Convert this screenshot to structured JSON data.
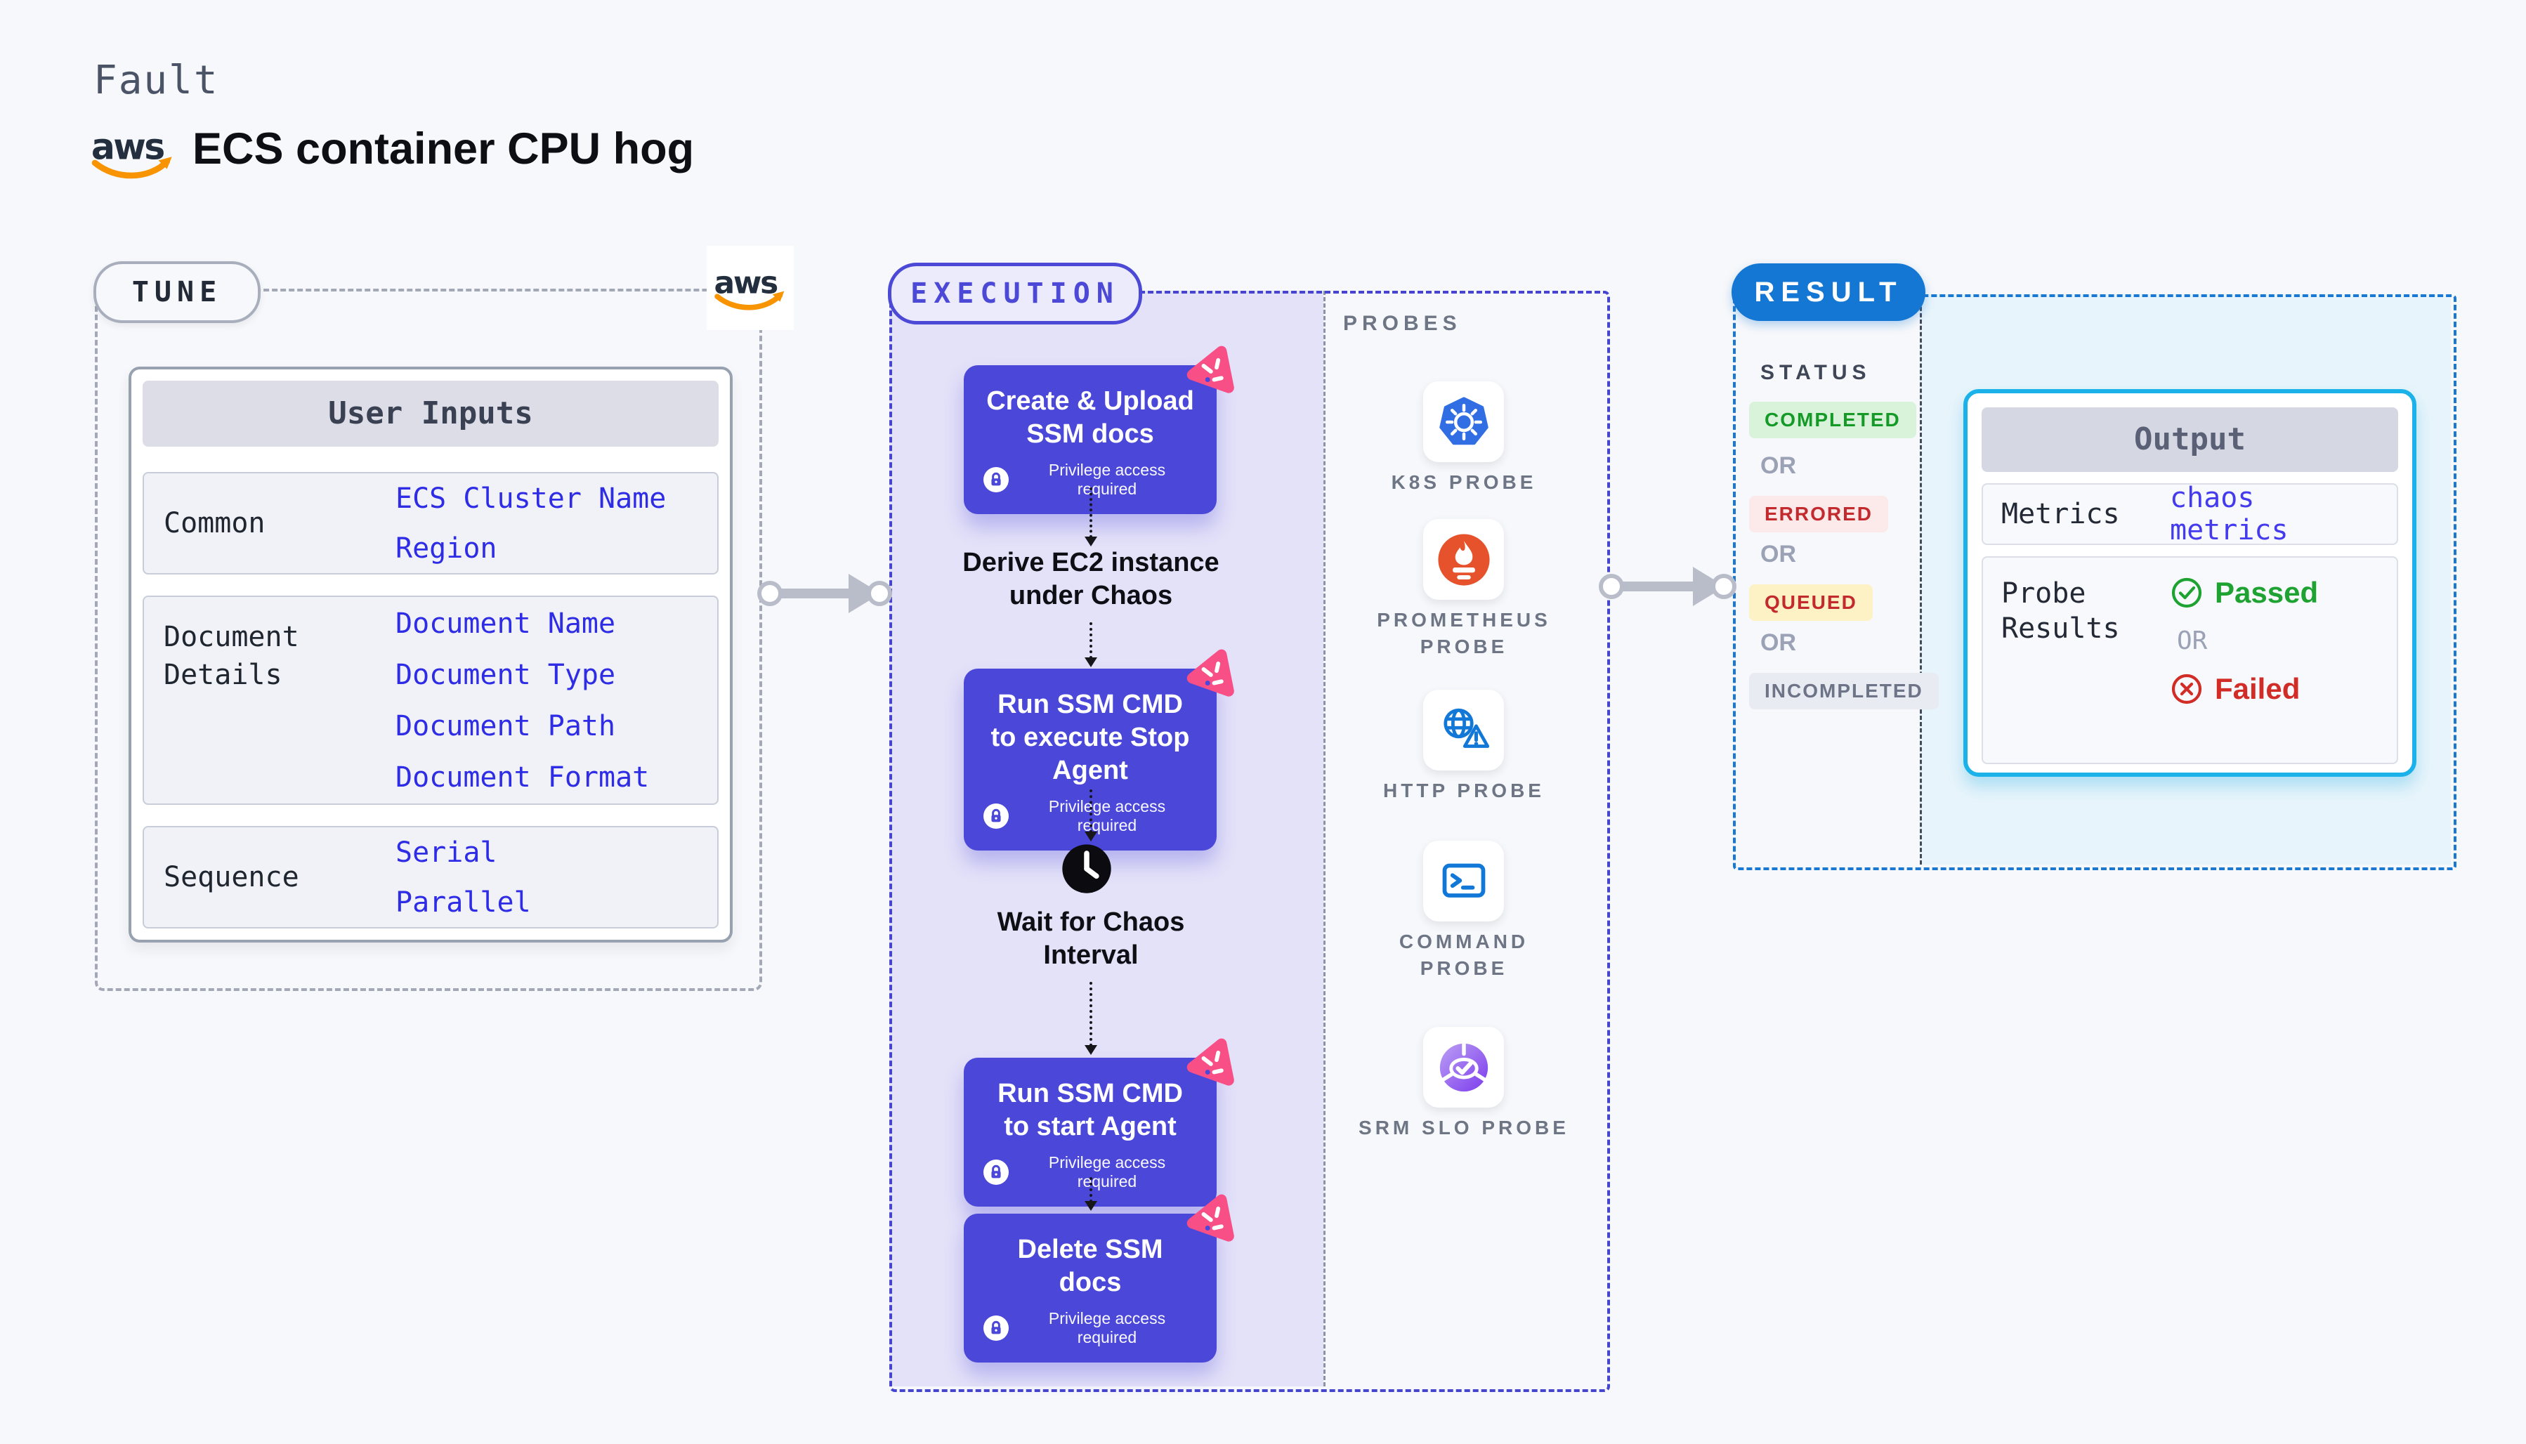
{
  "header": {
    "category": "Fault",
    "title": "ECS container CPU hog",
    "logo": "aws"
  },
  "tune": {
    "badge": "TUNE",
    "table": {
      "title": "User Inputs",
      "rows": [
        {
          "label": "Common",
          "values": [
            "ECS Cluster Name",
            "Region"
          ]
        },
        {
          "label": "Document Details",
          "values": [
            "Document Name",
            "Document Type",
            "Document Path",
            "Document Format"
          ]
        },
        {
          "label": "Sequence",
          "values": [
            "Serial",
            "Parallel"
          ]
        }
      ]
    }
  },
  "execution": {
    "badge": "EXECUTION",
    "privilege": "Privilege access required",
    "steps": [
      {
        "type": "node",
        "label": "Create & Upload SSM docs"
      },
      {
        "type": "text",
        "label": "Derive EC2 instance under Chaos"
      },
      {
        "type": "node",
        "label": "Run SSM CMD to execute Stop Agent"
      },
      {
        "type": "wait",
        "label": "Wait for Chaos Interval"
      },
      {
        "type": "node",
        "label": "Run SSM CMD to start Agent"
      },
      {
        "type": "node",
        "label": "Delete SSM docs"
      }
    ]
  },
  "probes": {
    "title": "PROBES",
    "items": [
      {
        "label": "K8S PROBE",
        "icon": "kubernetes-icon"
      },
      {
        "label": "PROMETHEUS PROBE",
        "icon": "prometheus-icon"
      },
      {
        "label": "HTTP PROBE",
        "icon": "http-globe-icon"
      },
      {
        "label": "COMMAND PROBE",
        "icon": "terminal-icon"
      },
      {
        "label": "SRM SLO PROBE",
        "icon": "slo-donut-icon"
      }
    ]
  },
  "result": {
    "badge": "RESULT",
    "status_title": "STATUS",
    "or": "OR",
    "statuses": [
      {
        "label": "COMPLETED",
        "fg": "#159a27",
        "bg": "#d9f3da"
      },
      {
        "label": "ERRORED",
        "fg": "#c32a2e",
        "bg": "#fce9ea"
      },
      {
        "label": "QUEUED",
        "fg": "#c32a2e",
        "bg": "#fdf1c6"
      },
      {
        "label": "INCOMPLETED",
        "fg": "#6d7487",
        "bg": "#e9ebf2"
      }
    ],
    "output": {
      "title": "Output",
      "metrics_label": "Metrics",
      "metrics_value": "chaos metrics",
      "probe_results_label": "Probe Results",
      "passed": "Passed",
      "or": "OR",
      "failed": "Failed"
    }
  },
  "colors": {
    "node_indigo": "#4a47d9",
    "execution_accent": "#4645cf",
    "result_accent": "#1377d3",
    "output_border": "#1ab2e8",
    "pink_badge": "#f74f86",
    "link_blue": "#2e2ce4",
    "passed_green": "#1ea232",
    "failed_red": "#d22c26",
    "lavender_bg": "#e4e2f8",
    "result_bg": "#e7f4fb"
  }
}
